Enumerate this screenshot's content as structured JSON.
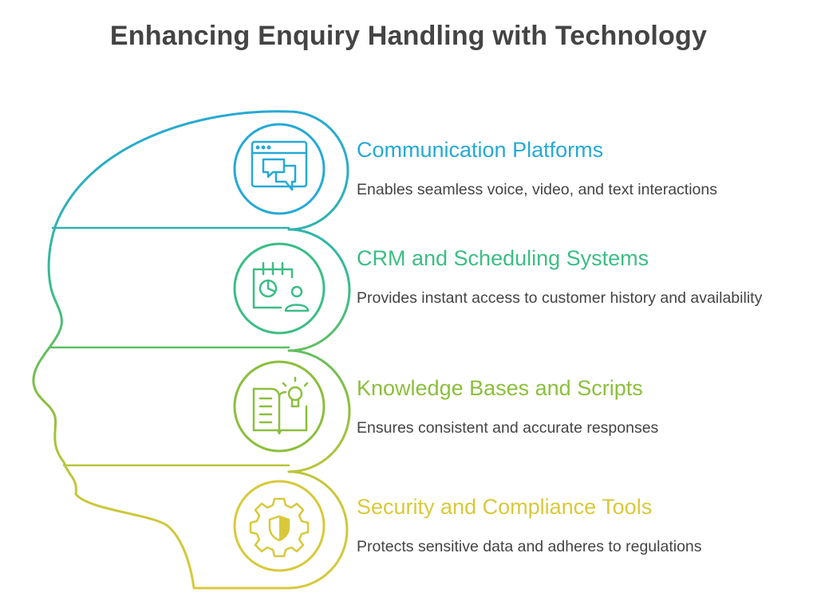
{
  "title": "Enhancing Enquiry Handling with Technology",
  "colors": {
    "blue": "#26a9d6",
    "teal": "#3cbd86",
    "green": "#8bbf3c",
    "yellow": "#d8c93a",
    "text": "#444444"
  },
  "items": [
    {
      "heading": "Communication Platforms",
      "description": "Enables seamless voice, video, and text interactions",
      "icon": "chat-window-icon",
      "color": "#26a9d6"
    },
    {
      "heading": "CRM and Scheduling Systems",
      "description": "Provides instant access to customer history and availability",
      "icon": "calendar-chart-user-icon",
      "color": "#3cbd86"
    },
    {
      "heading": "Knowledge Bases and Scripts",
      "description": "Ensures consistent and accurate responses",
      "icon": "book-lightbulb-icon",
      "color": "#8bbf3c"
    },
    {
      "heading": "Security and Compliance Tools",
      "description": "Protects sensitive data and adheres to regulations",
      "icon": "gear-shield-icon",
      "color": "#d8c93a"
    }
  ]
}
